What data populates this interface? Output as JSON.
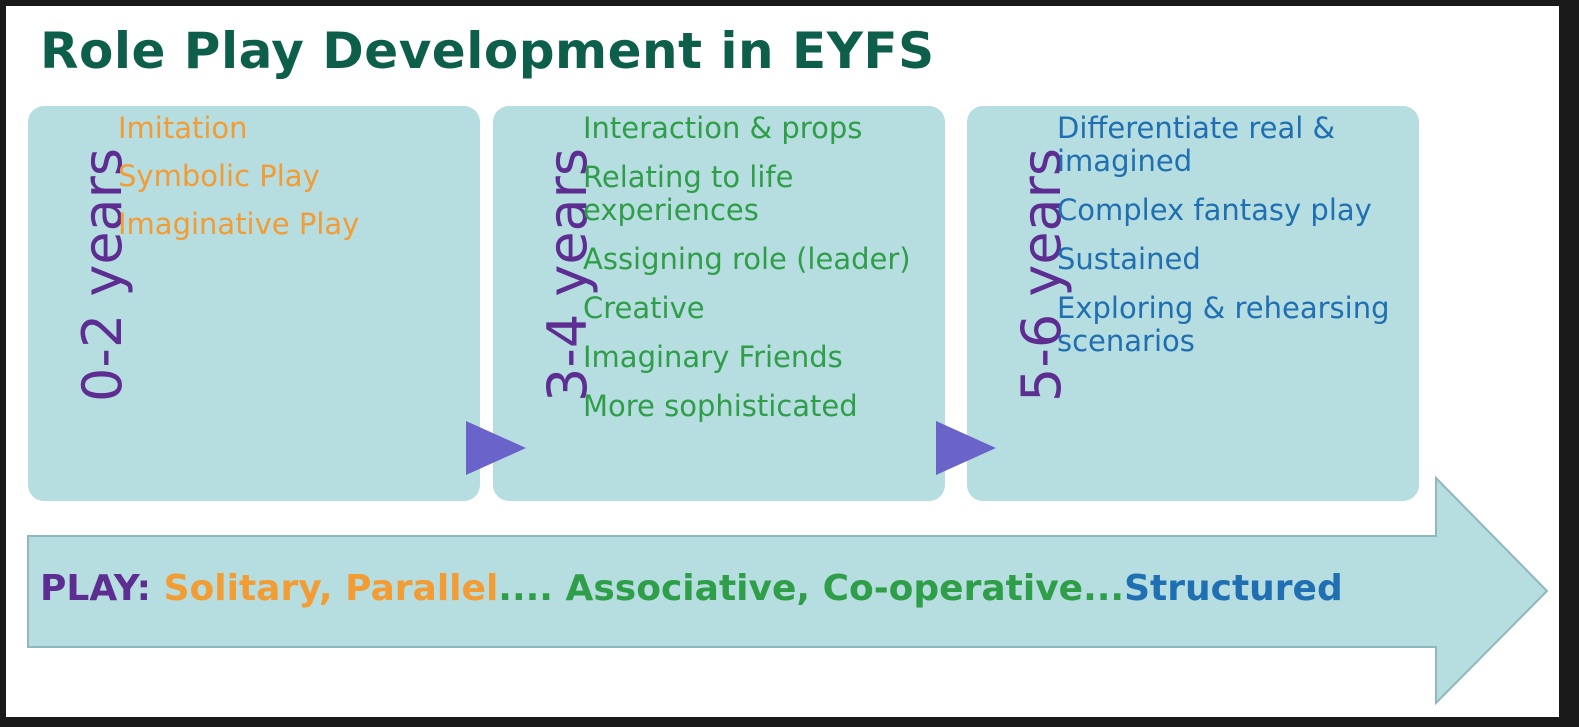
{
  "title": "Role Play Development in EYFS",
  "stages": [
    {
      "age": "0-2 years",
      "items": [
        "Imitation",
        "Symbolic Play",
        "Imaginative Play"
      ]
    },
    {
      "age": "3-4 years",
      "items": [
        "Interaction & props",
        "Relating to life experiences",
        "Assigning role (leader)",
        "Creative",
        "Imaginary Friends",
        "More sophisticated"
      ]
    },
    {
      "age": "5-6 years",
      "items": [
        "Differentiate real & imagined",
        "Complex fantasy play",
        "Sustained",
        "Exploring & rehearsing scenarios"
      ]
    }
  ],
  "play": {
    "prefix": "PLAY: ",
    "segment_1": "Solitary, Parallel",
    "segment_2": ".... Associative, Co-operative...",
    "segment_3": "Structured"
  },
  "colors": {
    "title": "#0d5e4a",
    "box_fill": "#b6dde0",
    "age_label": "#5d2d91",
    "stage_1_text": "#f39c33",
    "stage_2_text": "#2f9e48",
    "stage_3_text": "#1f6fb2",
    "pointer": "#6a63c9",
    "arrow_fill": "#b6dde0",
    "arrow_stroke": "#8fb8bc"
  }
}
